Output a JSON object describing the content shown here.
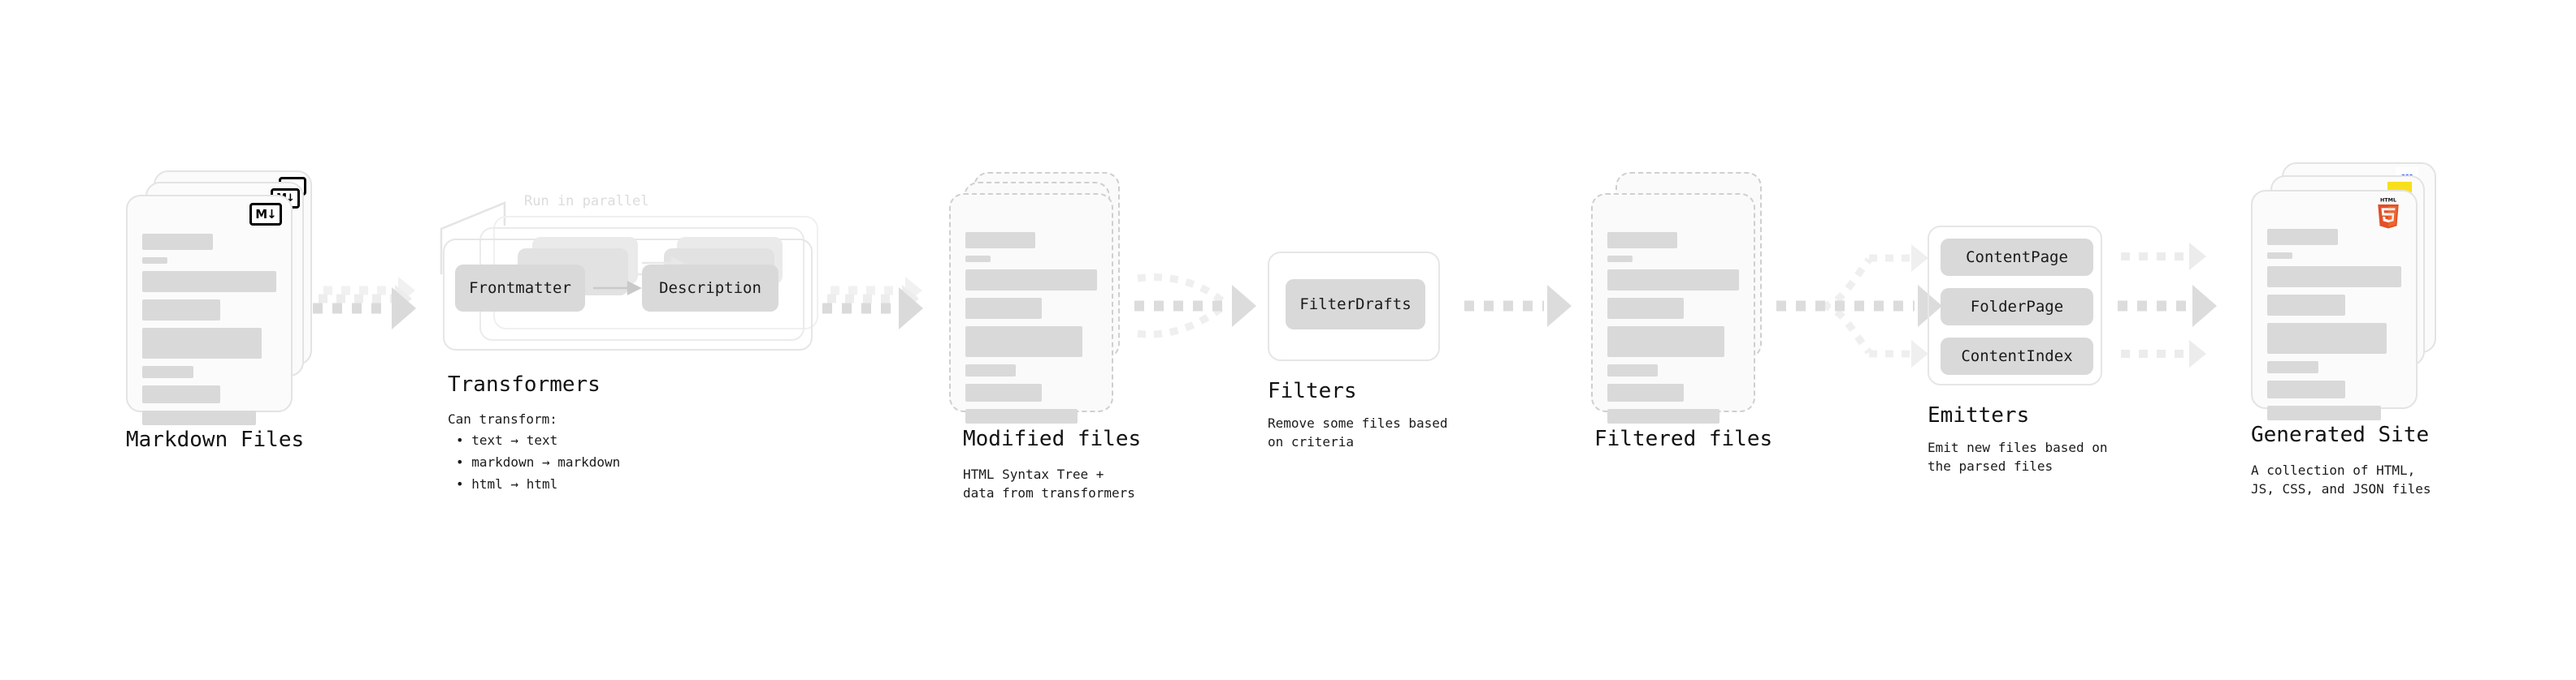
{
  "diagram": {
    "type": "pipeline-flow",
    "background": "#ffffff",
    "accents": {
      "chip_fill": "#d9d9d9",
      "card_border": "#e3e3e3",
      "dashed_border": "#cfcfcf",
      "arrow": "#d8d8d8",
      "text": "#121212",
      "ghost_text": "#dcdcdc",
      "html5": "#e34f26",
      "javascript": "#f7df1e",
      "css": "#264de4"
    }
  },
  "stages": [
    {
      "id": "markdown-files",
      "title": "Markdown Files",
      "subtitle": "",
      "kind": "file-stack",
      "badge": "markdown-icon",
      "badge_label": "M↓"
    },
    {
      "id": "transformers",
      "title": "Transformers",
      "subtitle": "Can transform:",
      "kind": "group-box",
      "annotation": "Run in parallel",
      "chips": [
        "Frontmatter",
        "Description"
      ],
      "bullets": [
        "• text → text",
        "• markdown → markdown",
        "• html → html"
      ]
    },
    {
      "id": "modified-files",
      "title": "Modified files",
      "subtitle": "HTML Syntax Tree +\ndata from transformers",
      "kind": "file-stack-dashed"
    },
    {
      "id": "filters",
      "title": "Filters",
      "subtitle": "Remove some files based\non criteria",
      "kind": "group-box",
      "chips": [
        "FilterDrafts"
      ]
    },
    {
      "id": "filtered-files",
      "title": "Filtered files",
      "subtitle": "",
      "kind": "file-stack-dashed"
    },
    {
      "id": "emitters",
      "title": "Emitters",
      "subtitle": "Emit new files based on\nthe parsed files",
      "kind": "group-box",
      "chips": [
        "ContentPage",
        "FolderPage",
        "ContentIndex"
      ]
    },
    {
      "id": "generated-site",
      "title": "Generated Site",
      "subtitle": "A collection of HTML,\nJS, CSS, and JSON files",
      "kind": "file-stack",
      "badges": [
        "html5-icon",
        "javascript-icon",
        "css-icon"
      ],
      "badge_label": "5",
      "badge_caption": "HTML",
      "css_label": "CSS"
    }
  ],
  "connectors": [
    {
      "id": "c1",
      "from": "markdown-files",
      "to": "transformers",
      "style": "triple-dotted-converging"
    },
    {
      "id": "c2",
      "from": "transformers",
      "to": "modified-files",
      "style": "triple-dotted-converging"
    },
    {
      "id": "c3",
      "from": "modified-files",
      "to": "filters",
      "style": "dotted-converging"
    },
    {
      "id": "c4",
      "from": "filters",
      "to": "filtered-files",
      "style": "dotted-single"
    },
    {
      "id": "c5",
      "from": "filtered-files",
      "to": "emitters",
      "style": "dotted-diverging"
    },
    {
      "id": "c6",
      "from": "emitters",
      "to": "generated-site",
      "style": "dotted-triple-parallel"
    }
  ]
}
